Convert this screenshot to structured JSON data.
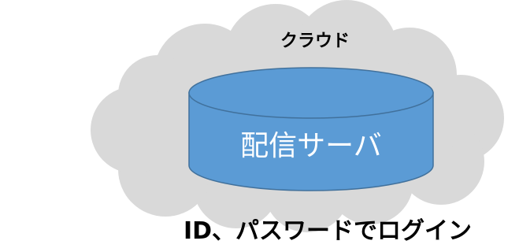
{
  "cloud": {
    "label": "クラウド",
    "fill_color": "#d9d9d9"
  },
  "server": {
    "label": "配信サーバ",
    "shape": "database-cylinder",
    "fill_color": "#5b9bd5",
    "stroke_color": "#41719c",
    "text_color": "#ffffff"
  },
  "caption": {
    "text": "ID、パスワードでログイン"
  }
}
